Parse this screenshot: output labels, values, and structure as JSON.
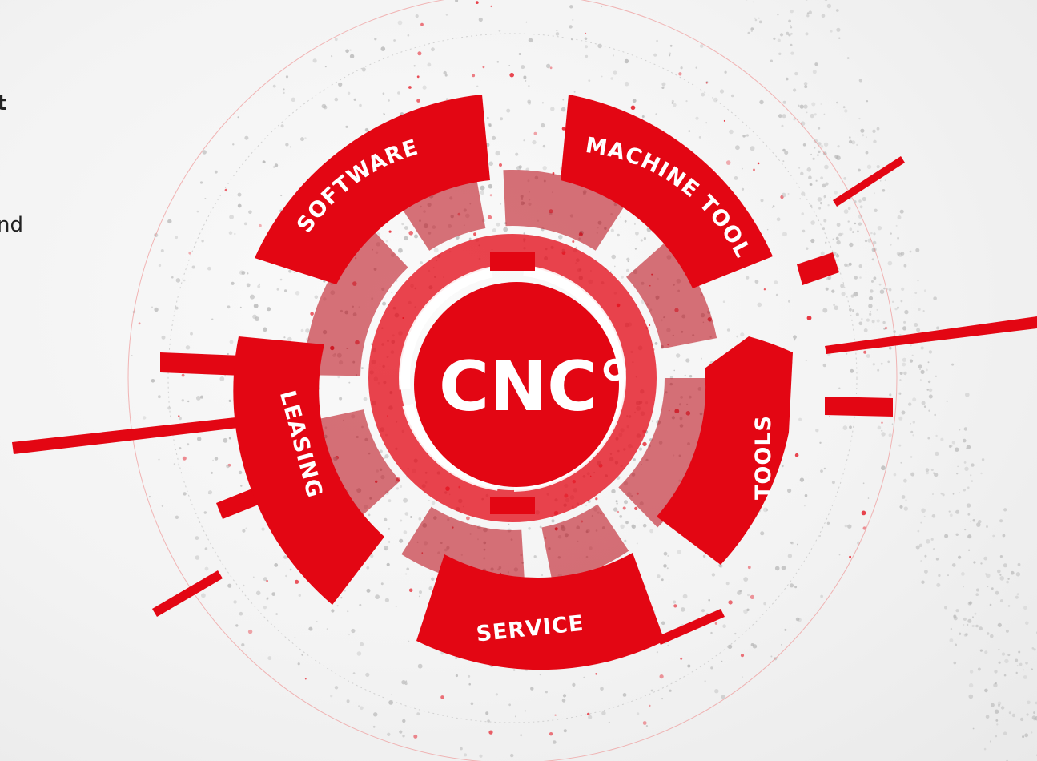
{
  "page_text": {
    "partial_bold": "t",
    "partial_normal": "nd"
  },
  "diagram": {
    "center_label": "CNC°",
    "segments": [
      {
        "label": "SOFTWARE"
      },
      {
        "label": "MACHINE TOOLS"
      },
      {
        "label": "TOOLS"
      },
      {
        "label": "SERVICE"
      },
      {
        "label": "LEASING"
      }
    ]
  },
  "colors": {
    "primary_red": "#e30613",
    "dark_red": "#b8000c",
    "background": "#f2f2f2",
    "particles": "#b5b5b5"
  }
}
